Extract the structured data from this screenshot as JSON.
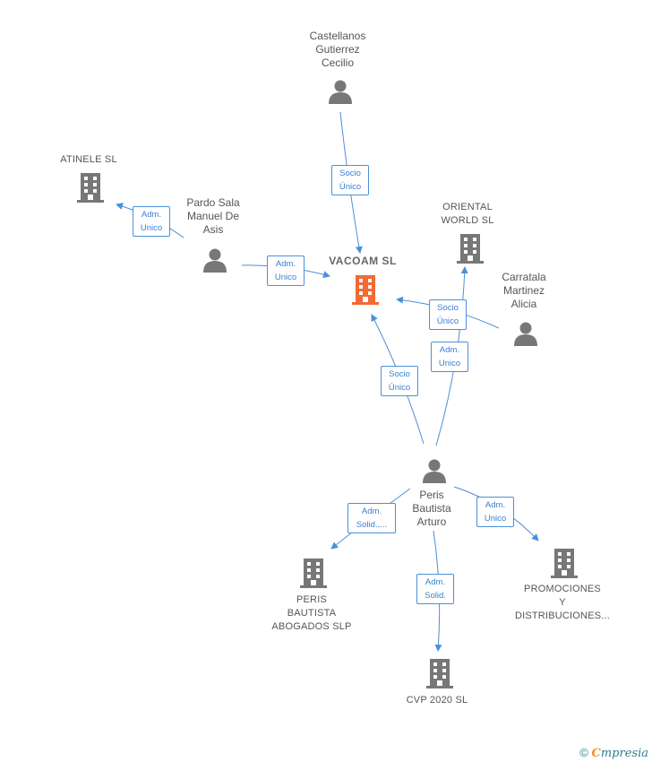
{
  "nodes": {
    "castellanos": {
      "label_lines": [
        "Castellanos",
        "Gutierrez",
        "Cecilio"
      ],
      "icon": "person-icon"
    },
    "pardo": {
      "label_lines": [
        "Pardo Sala",
        "Manuel De",
        "Asis"
      ],
      "icon": "person-icon"
    },
    "atinele": {
      "label_lines": [
        "ATINELE SL"
      ],
      "icon": "building-icon"
    },
    "vacoam": {
      "label_lines": [
        "VACOAM SL"
      ],
      "icon": "building-icon"
    },
    "oriental": {
      "label_lines": [
        "ORIENTAL",
        "WORLD SL"
      ],
      "icon": "building-icon"
    },
    "carratala": {
      "label_lines": [
        "Carratala",
        "Martinez",
        "Alicia"
      ],
      "icon": "person-icon"
    },
    "peris": {
      "label_lines": [
        "Peris",
        "Bautista",
        "Arturo"
      ],
      "icon": "person-icon"
    },
    "peris_abogados": {
      "label_lines": [
        "PERIS",
        "BAUTISTA",
        "ABOGADOS SLP"
      ],
      "icon": "building-icon"
    },
    "cvp": {
      "label_lines": [
        "CVP 2020 SL"
      ],
      "icon": "building-icon"
    },
    "promociones": {
      "label_lines": [
        "PROMOCIONES",
        "Y",
        "DISTRIBUCIONES..."
      ],
      "icon": "building-icon"
    }
  },
  "relations": {
    "castellanos_vacoam": {
      "lines": [
        "Socio",
        "Único"
      ]
    },
    "pardo_atinele": {
      "lines": [
        "Adm.",
        "Unico"
      ]
    },
    "pardo_vacoam": {
      "lines": [
        "Adm.",
        "Unico"
      ]
    },
    "carratala_vacoam": {
      "lines": [
        "Socio",
        "Único"
      ]
    },
    "peris_oriental": {
      "lines": [
        "Adm.",
        "Unico"
      ]
    },
    "peris_vacoam": {
      "lines": [
        "Socio",
        "Único"
      ]
    },
    "peris_abogados": {
      "lines": [
        "Adm.",
        "Solid.,..."
      ]
    },
    "peris_cvp": {
      "lines": [
        "Adm.",
        "Solid."
      ]
    },
    "peris_promociones": {
      "lines": [
        "Adm.",
        "Unico"
      ]
    }
  },
  "colors": {
    "edge": "#4a90d9",
    "node_gray": "#777777",
    "main_company": "#f26a35",
    "label": "#555555"
  },
  "footer": {
    "copyright": "©",
    "brand_initial": "C",
    "brand_rest": "mpresia"
  }
}
